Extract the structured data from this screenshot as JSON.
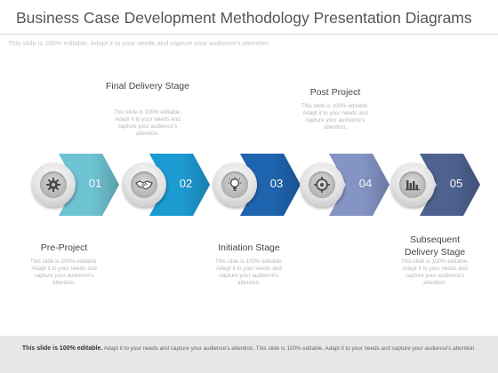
{
  "header": {
    "title": "Business Case Development Methodology Presentation Diagrams",
    "subtitle": "This slide is 100% editable. Adapt it to your needs and capture your audience's attention."
  },
  "stages": [
    {
      "number": "01",
      "title": "Pre-Project",
      "description": "This slide is 100% editable. Adapt it to your needs and capture your audience's attention.",
      "icon": "gear-icon",
      "color": "#6ec3d3"
    },
    {
      "number": "02",
      "title": "Final Delivery Stage",
      "description": "This slide is 100% editable. Adapt it to your needs and capture your audience's attention.",
      "icon": "handshake-icon",
      "color": "#1c9ad2"
    },
    {
      "number": "03",
      "title": "Initiation Stage",
      "description": "This slide is 100% editable. Adapt it to your needs and capture your audience's attention.",
      "icon": "lightbulb-icon",
      "color": "#1f64ae"
    },
    {
      "number": "04",
      "title": "Post Project",
      "description": "This slide is 100% editable. Adapt it to your needs and capture your audience's attention.",
      "icon": "target-icon",
      "color": "#8494c4"
    },
    {
      "number": "05",
      "title": "Subsequent Delivery Stage",
      "description": "This slide is 100% editable. Adapt it to your needs and capture your audience's attention.",
      "icon": "bar-chart-icon",
      "color": "#4e6290"
    }
  ],
  "footer": {
    "lead": "This slide is 100% editable.",
    "text": "Adapt it to your needs and capture your audience's attention. This slide is 100% editable. Adapt it to your needs and capture your audience's attention."
  }
}
